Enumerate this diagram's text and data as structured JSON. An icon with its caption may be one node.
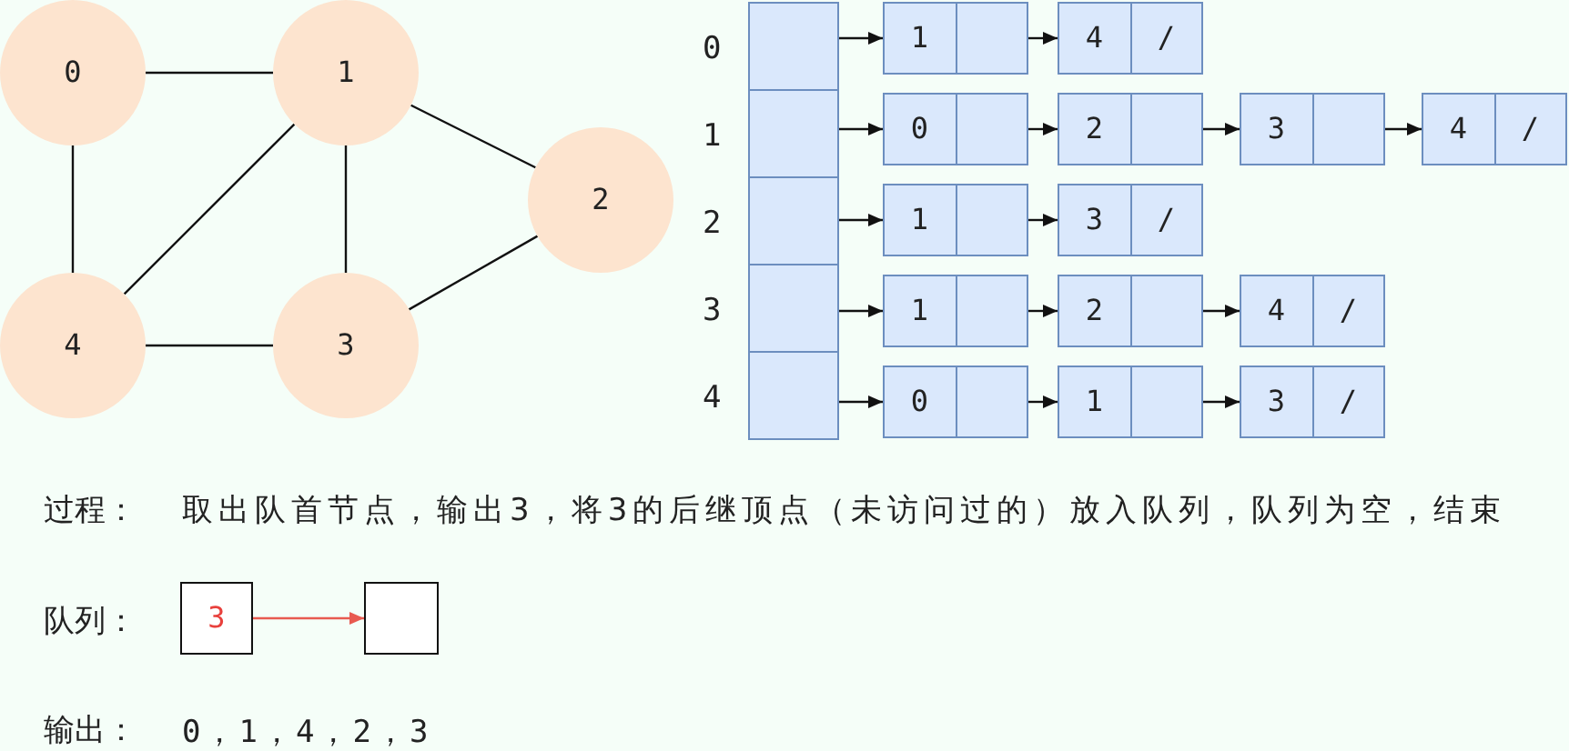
{
  "diagram": {
    "nodes": [
      {
        "text": [
          "0"
        ]
      },
      {
        "text": [
          "1"
        ]
      },
      {
        "text": [
          "2"
        ]
      },
      {
        "text": [
          "4"
        ]
      },
      {
        "text": [
          "3"
        ]
      },
      {
        "text": [],
        "shape": "box",
        "beside": [
          "0"
        ]
      },
      {
        "text": [],
        "shape": "box",
        "beside": [
          "1"
        ]
      },
      {
        "text": [],
        "shape": "box",
        "beside": [
          "2"
        ]
      },
      {
        "text": [],
        "shape": "box",
        "beside": [
          "3"
        ]
      },
      {
        "text": [],
        "shape": "box",
        "beside": [
          "4"
        ]
      },
      {
        "text": [
          "1"
        ]
      },
      {
        "text": [
          "4",
          "/"
        ]
      },
      {
        "text": [
          "0"
        ]
      },
      {
        "text": [
          "2"
        ]
      },
      {
        "text": [
          "3"
        ]
      },
      {
        "text": [
          "4",
          "/"
        ]
      },
      {
        "text": [
          "1"
        ]
      },
      {
        "text": [
          "3",
          "/"
        ]
      },
      {
        "text": [
          "1"
        ]
      },
      {
        "text": [
          "2"
        ]
      },
      {
        "text": [
          "4",
          "/"
        ]
      },
      {
        "text": [
          "0"
        ]
      },
      {
        "text": [
          "1"
        ]
      },
      {
        "text": [
          "3",
          "/"
        ]
      },
      {
        "text": [
          "3"
        ]
      },
      {
        "text": [],
        "shape": "box"
      }
    ],
    "edges": [
      {
        "from": 0,
        "to": 1,
        "arrow": "none"
      },
      {
        "from": 0,
        "to": 3,
        "arrow": "none"
      },
      {
        "from": 1,
        "to": 3,
        "arrow": "none"
      },
      {
        "from": 1,
        "to": 4,
        "arrow": "none"
      },
      {
        "from": 1,
        "to": 2,
        "arrow": "none"
      },
      {
        "from": 2,
        "to": 4,
        "arrow": "none"
      },
      {
        "from": 3,
        "to": 4,
        "arrow": "none"
      },
      {
        "from": 5,
        "to": 10,
        "arrow": "to"
      },
      {
        "from": 10,
        "to": 11,
        "arrow": "to"
      },
      {
        "from": 6,
        "to": 12,
        "arrow": "to"
      },
      {
        "from": 12,
        "to": 13,
        "arrow": "to"
      },
      {
        "from": 13,
        "to": 14,
        "arrow": "to"
      },
      {
        "from": 14,
        "to": 15,
        "arrow": "to"
      },
      {
        "from": 7,
        "to": 16,
        "arrow": "to"
      },
      {
        "from": 16,
        "to": 17,
        "arrow": "to"
      },
      {
        "from": 8,
        "to": 18,
        "arrow": "to"
      },
      {
        "from": 18,
        "to": 19,
        "arrow": "to"
      },
      {
        "from": 19,
        "to": 20,
        "arrow": "to"
      },
      {
        "from": 9,
        "to": 21,
        "arrow": "to"
      },
      {
        "from": 21,
        "to": 22,
        "arrow": "to"
      },
      {
        "from": 22,
        "to": 23,
        "arrow": "to"
      },
      {
        "from": 24,
        "to": 25,
        "arrow": "to",
        "color": "#e85a50"
      }
    ],
    "labels": [
      "过程：",
      "取出队首节点，输出3，将3的后继顶点（未访问过的）放入队列，队列为空，结束",
      "队列：",
      "输出：",
      "0，1，4，2，3"
    ]
  }
}
